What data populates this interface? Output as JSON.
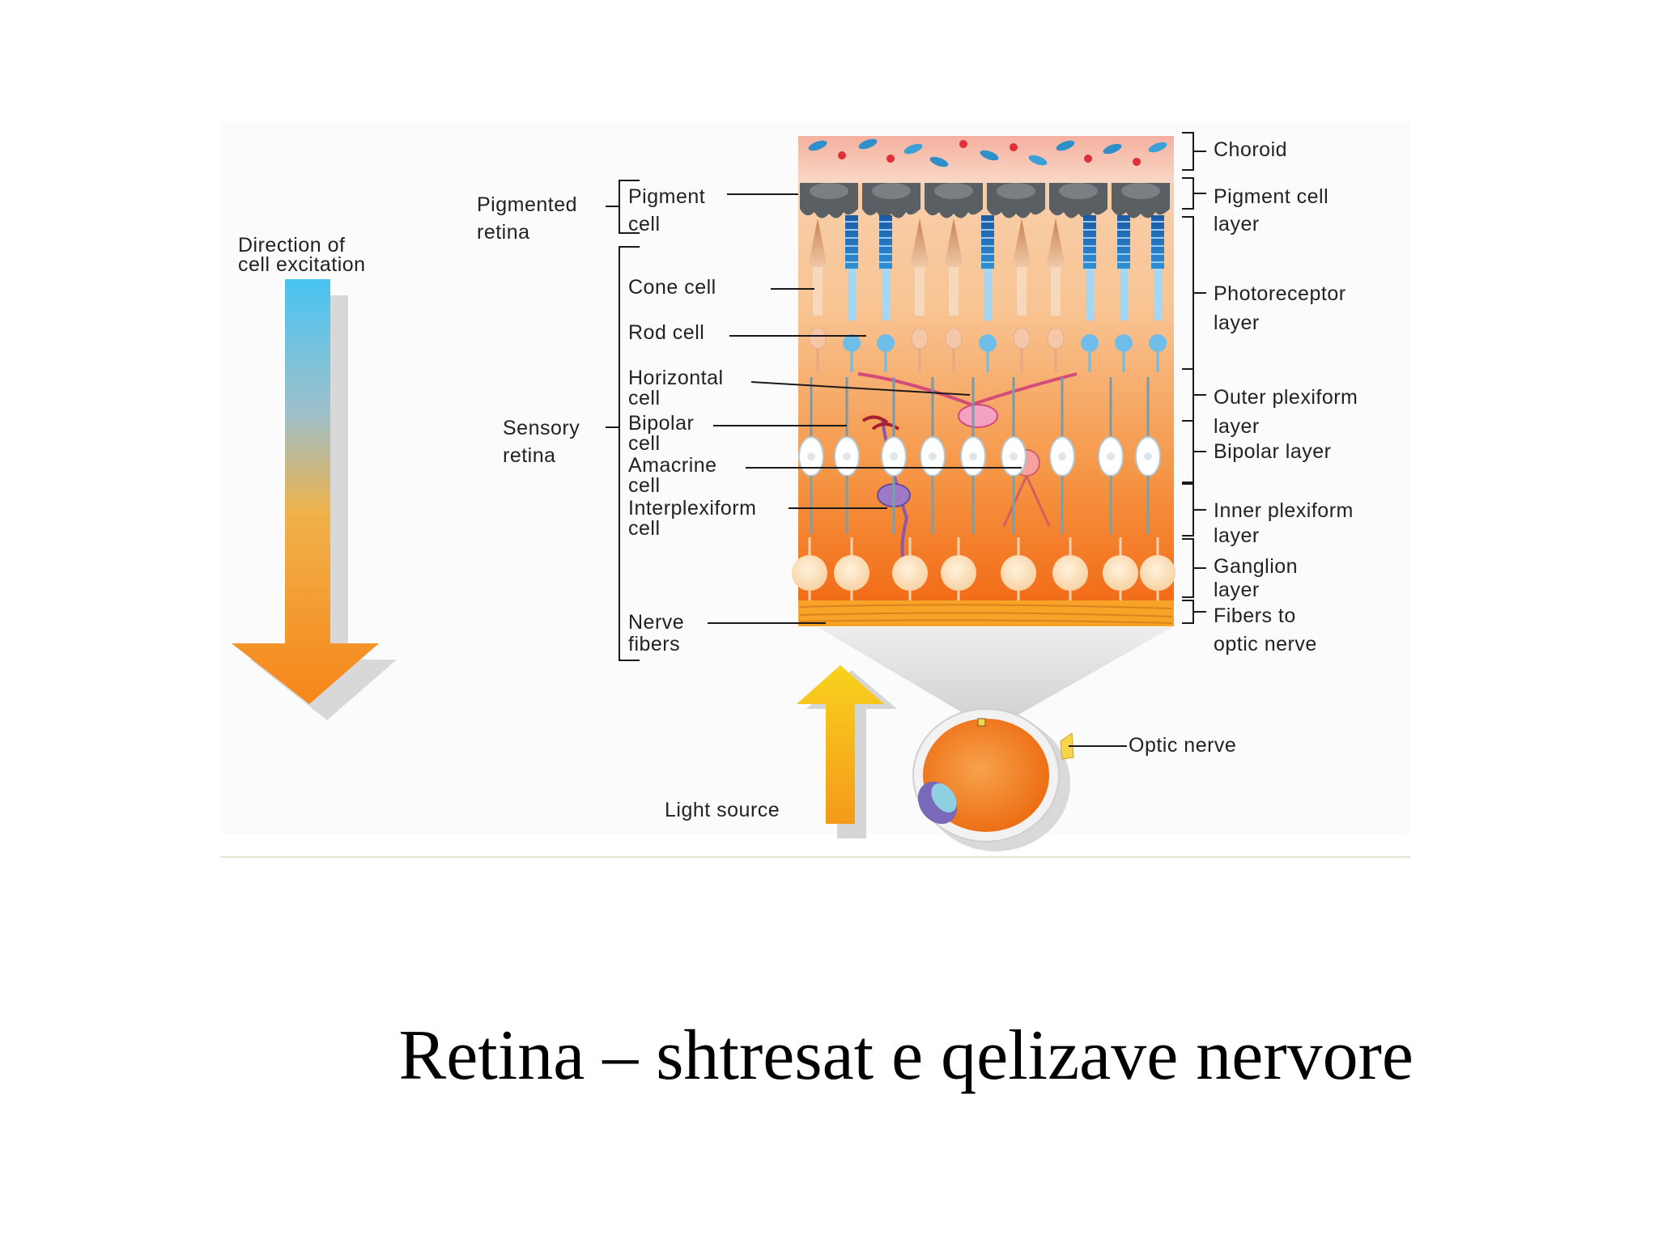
{
  "figure": {
    "direction_label": [
      "Direction of",
      "cell excitation"
    ],
    "light_source_label": "Light source",
    "optic_nerve_label": "Optic nerve",
    "left_groups": {
      "pigmented_retina": [
        "Pigmented",
        "retina"
      ],
      "sensory_retina": [
        "Sensory",
        "retina"
      ]
    },
    "cell_labels": {
      "pigment_cell": [
        "Pigment",
        "cell"
      ],
      "cone_cell": "Cone cell",
      "rod_cell": "Rod cell",
      "horizontal_cell": [
        "Horizontal",
        "cell"
      ],
      "bipolar_cell": [
        "Bipolar",
        "cell"
      ],
      "amacrine_cell": [
        "Amacrine",
        "cell"
      ],
      "interplexiform_cell": [
        "Interplexiform",
        "cell"
      ],
      "nerve_fibers": [
        "Nerve",
        "fibers"
      ]
    },
    "layer_labels": {
      "choroid": [
        "Choroid"
      ],
      "pigment_cell_layer": [
        "Pigment cell",
        "layer"
      ],
      "photoreceptor_layer": [
        "Photoreceptor",
        "layer"
      ],
      "outer_plexiform_layer": [
        "Outer plexiform",
        "layer"
      ],
      "bipolar_layer": [
        "Bipolar layer"
      ],
      "inner_plexiform_layer": [
        "Inner plexiform",
        "layer"
      ],
      "ganglion_layer": [
        "Ganglion",
        "layer"
      ],
      "fibers_to_optic_nerve": [
        "Fibers to",
        "optic nerve"
      ]
    },
    "colors": {
      "tissue_top": "#f7cba8",
      "tissue_bottom": "#f26a12",
      "pigment_cell": "#5a5f63",
      "rod_blue": "#1d68b0",
      "arrow_orange": "#f6941e",
      "arrow_blue": "#4fc3ef",
      "arrow_yellow": "#f7c21a"
    }
  },
  "caption": "Retina – shtresat e qelizave nervore"
}
